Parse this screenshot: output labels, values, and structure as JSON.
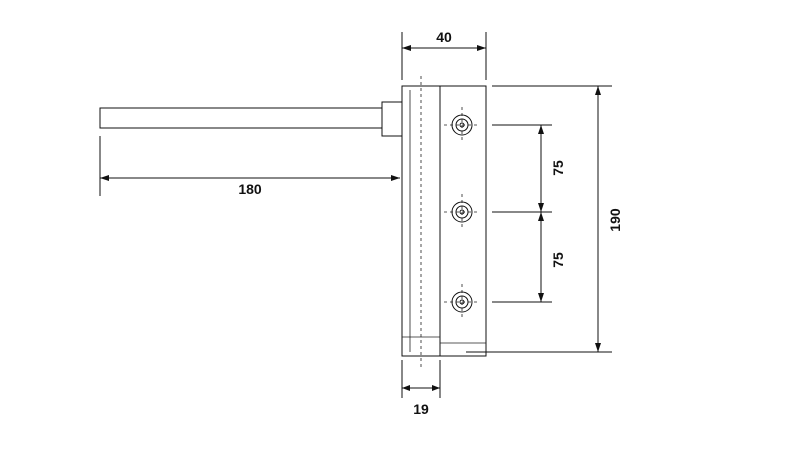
{
  "dimensions": {
    "top_width": "40",
    "rod_length": "180",
    "spacing_upper": "75",
    "spacing_lower": "75",
    "total_height": "190",
    "base_width": "19"
  }
}
